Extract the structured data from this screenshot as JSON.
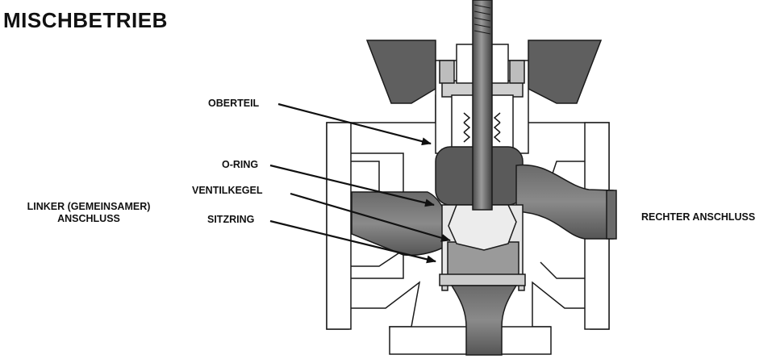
{
  "title": "MISCHBETRIEB",
  "labels": {
    "oberteil": "OBERTEIL",
    "oring": "O-RING",
    "ventilkegel": "VENTILKEGEL",
    "sitzring": "SITZRING",
    "left_port_line1": "LINKER (GEMEINSAMER)",
    "left_port_line2": "ANSCHLUSS",
    "right_port": "RECHTER ANSCHLUSS"
  },
  "colors": {
    "dark_fill": "#5a5a5a",
    "mid_fill": "#8c8c8c",
    "light_fill": "#d9d9d9",
    "outline": "#1a1a1a"
  }
}
